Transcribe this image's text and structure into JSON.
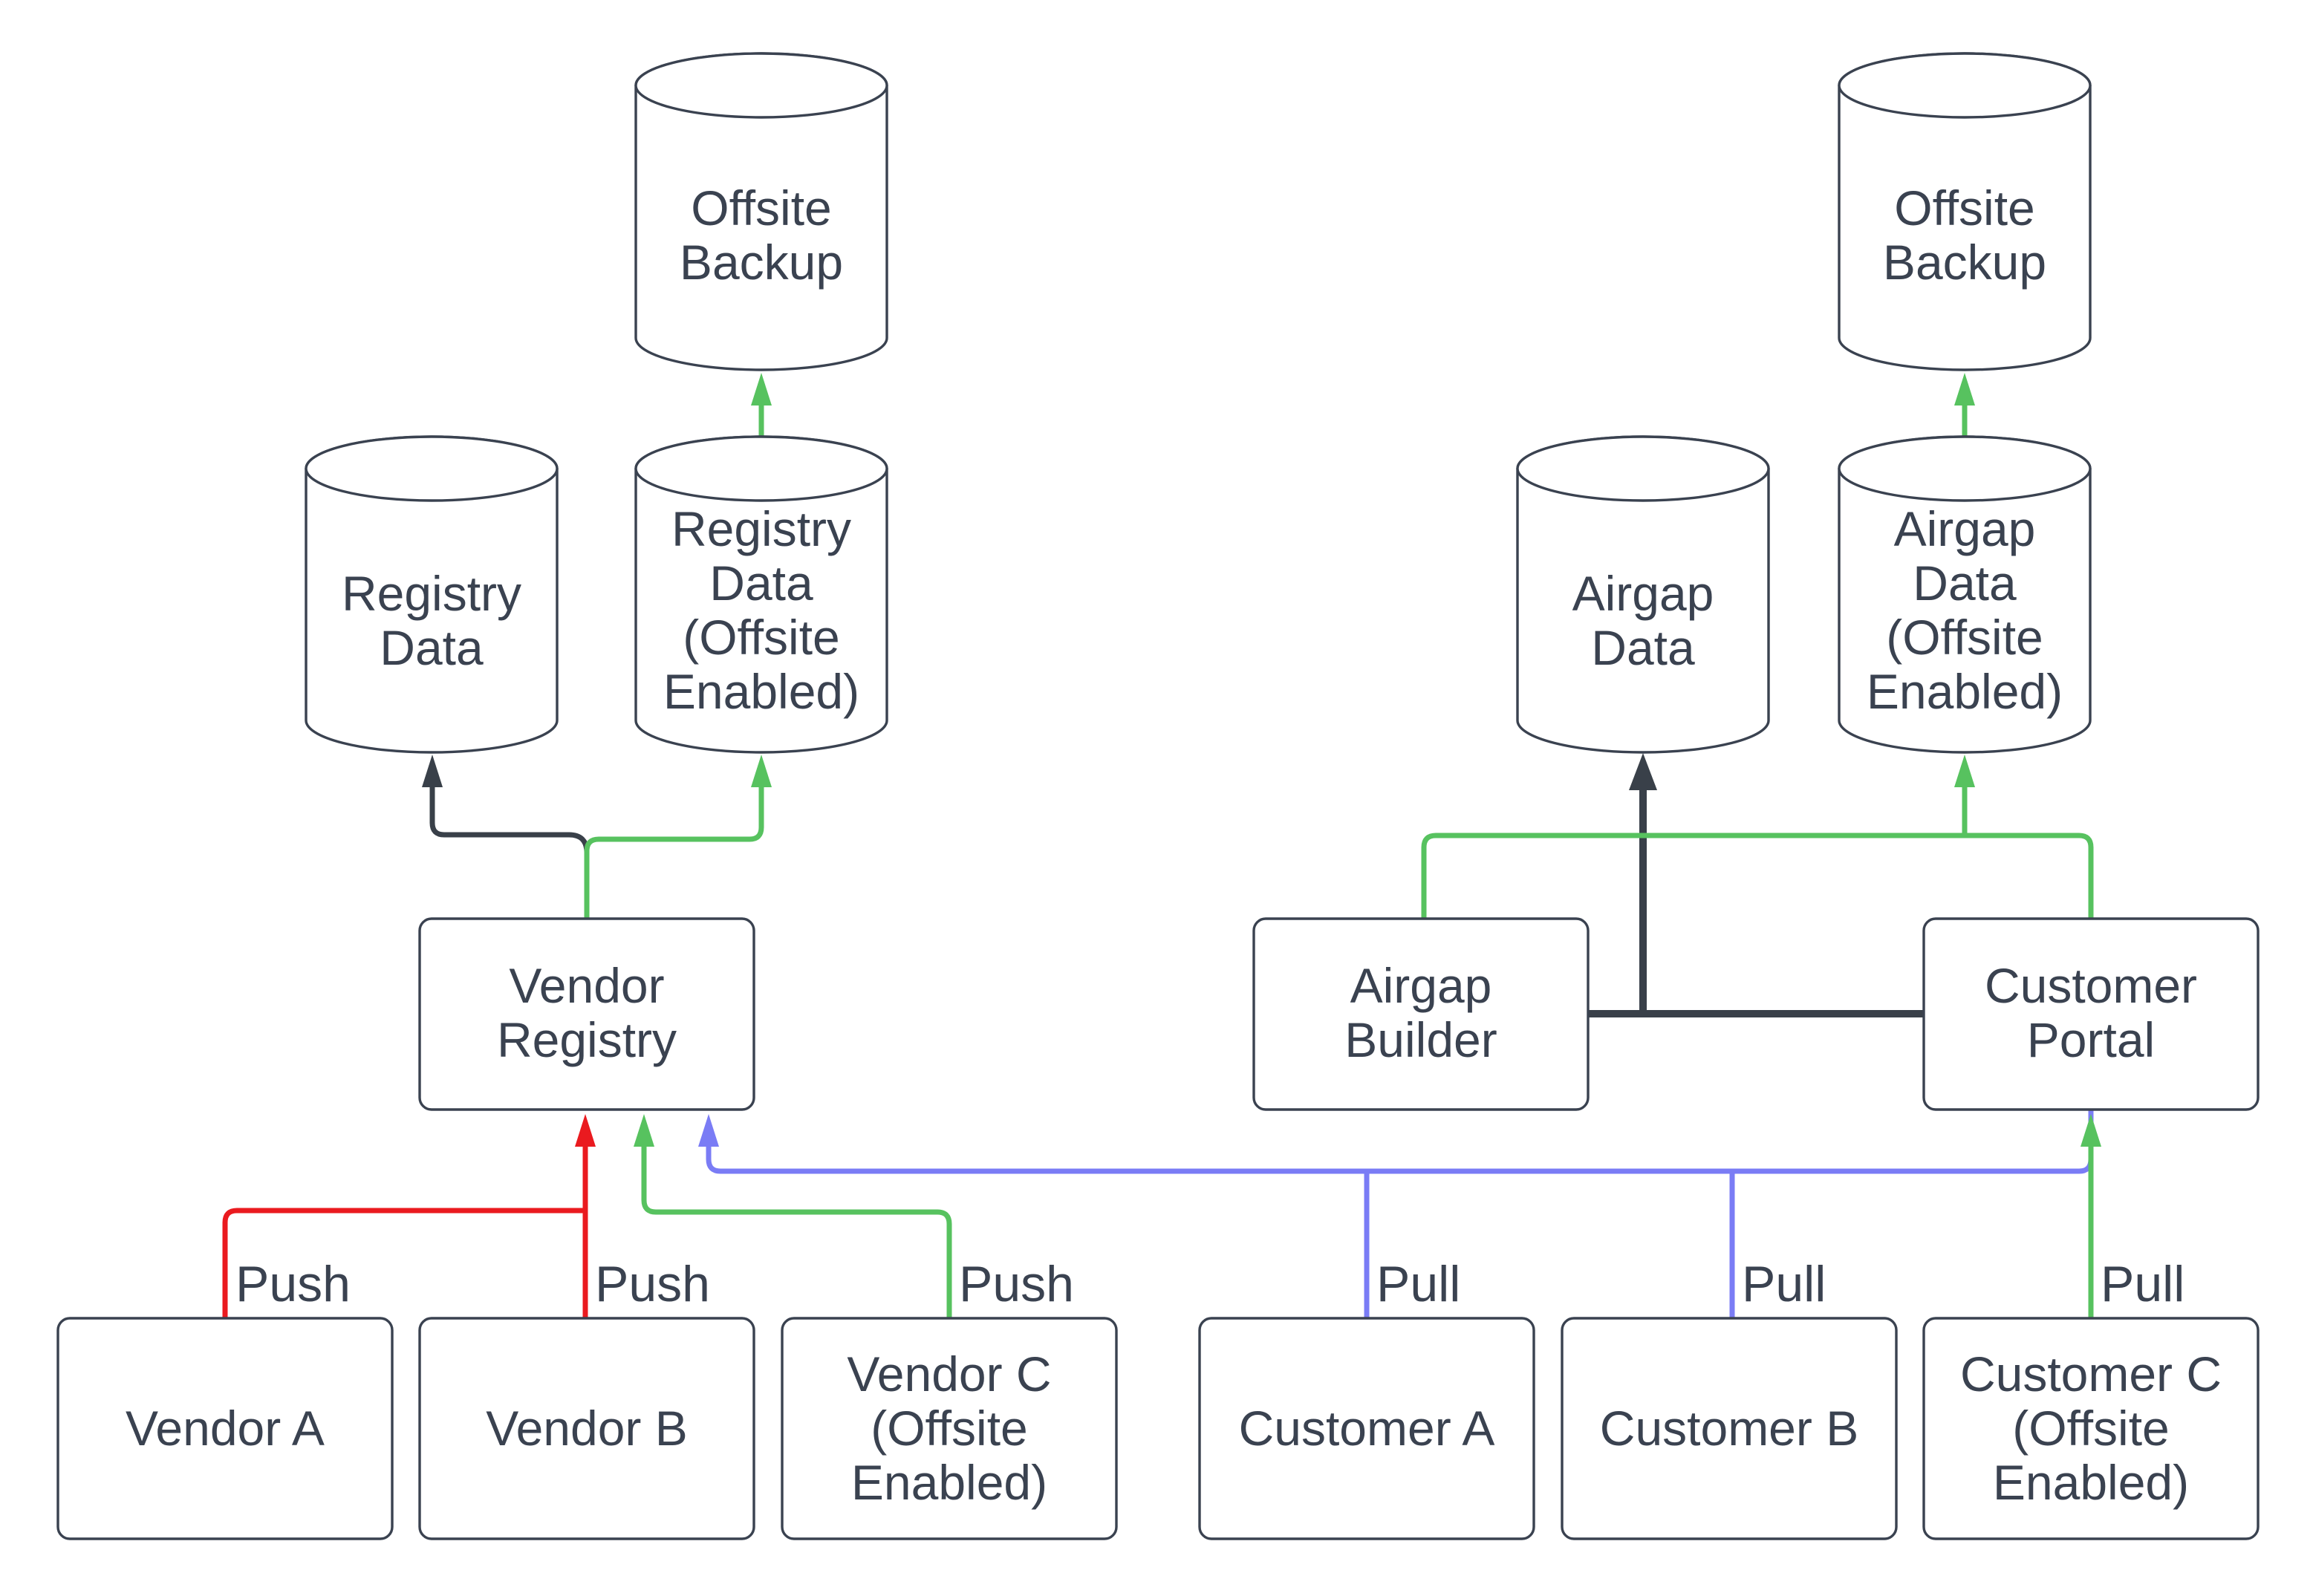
{
  "colors": {
    "outline": "#3a4250",
    "text": "#3a4250",
    "push_red": "#ea1a1f",
    "offsite_green": "#57c25f",
    "pull_blue": "#7a7cf5",
    "dark_edge": "#394049",
    "background": "#ffffff"
  },
  "nodes": {
    "offsite_backup_left": {
      "label": "Offsite Backup",
      "shape": "cylinder",
      "lines": [
        "Offsite",
        "Backup"
      ]
    },
    "registry_data": {
      "label": "Registry Data",
      "shape": "cylinder",
      "lines": [
        "Registry",
        "Data"
      ]
    },
    "registry_data_offsite": {
      "label": "Registry Data (Offsite Enabled)",
      "shape": "cylinder",
      "lines": [
        "Registry",
        "Data",
        "(Offsite",
        "Enabled)"
      ]
    },
    "offsite_backup_right": {
      "label": "Offsite Backup",
      "shape": "cylinder",
      "lines": [
        "Offsite",
        "Backup"
      ]
    },
    "airgap_data": {
      "label": "Airgap Data",
      "shape": "cylinder",
      "lines": [
        "Airgap",
        "Data"
      ]
    },
    "airgap_data_offsite": {
      "label": "Airgap Data (Offsite Enabled)",
      "shape": "cylinder",
      "lines": [
        "Airgap",
        "Data",
        "(Offsite",
        "Enabled)"
      ]
    },
    "vendor_registry": {
      "label": "Vendor Registry",
      "shape": "box",
      "lines": [
        "Vendor",
        "Registry"
      ]
    },
    "airgap_builder": {
      "label": "Airgap Builder",
      "shape": "box",
      "lines": [
        "Airgap",
        "Builder"
      ]
    },
    "customer_portal": {
      "label": "Customer Portal",
      "shape": "box",
      "lines": [
        "Customer",
        "Portal"
      ]
    },
    "vendor_a": {
      "label": "Vendor A",
      "shape": "box",
      "lines": [
        "Vendor A"
      ]
    },
    "vendor_b": {
      "label": "Vendor B",
      "shape": "box",
      "lines": [
        "Vendor B"
      ]
    },
    "vendor_c": {
      "label": "Vendor C (Offsite Enabled)",
      "shape": "box",
      "lines": [
        "Vendor C",
        "(Offsite",
        "Enabled)"
      ]
    },
    "customer_a": {
      "label": "Customer A",
      "shape": "box",
      "lines": [
        "Customer A"
      ]
    },
    "customer_b": {
      "label": "Customer B",
      "shape": "box",
      "lines": [
        "Customer B"
      ]
    },
    "customer_c": {
      "label": "Customer C (Offsite Enabled)",
      "shape": "box",
      "lines": [
        "Customer C",
        "(Offsite",
        "Enabled)"
      ]
    }
  },
  "edge_labels": {
    "push_vendor_a": "Push",
    "push_vendor_b": "Push",
    "push_vendor_c": "Push",
    "pull_customer_a": "Pull",
    "pull_customer_b": "Pull",
    "pull_customer_c": "Pull"
  },
  "edges": [
    {
      "from": "Vendor A",
      "to": "Vendor Registry",
      "label": "Push",
      "color": "push_red"
    },
    {
      "from": "Vendor B",
      "to": "Vendor Registry",
      "label": "Push",
      "color": "push_red"
    },
    {
      "from": "Vendor C (Offsite Enabled)",
      "to": "Vendor Registry",
      "label": "Push",
      "color": "offsite_green"
    },
    {
      "from": "Vendor Registry",
      "to": "Registry Data",
      "label": "",
      "color": "dark_edge"
    },
    {
      "from": "Vendor Registry",
      "to": "Registry Data (Offsite Enabled)",
      "label": "",
      "color": "offsite_green"
    },
    {
      "from": "Registry Data (Offsite Enabled)",
      "to": "Offsite Backup",
      "label": "",
      "color": "offsite_green"
    },
    {
      "from": "Customer A",
      "to": "Customer Portal",
      "label": "Pull",
      "color": "pull_blue"
    },
    {
      "from": "Customer B",
      "to": "Customer Portal",
      "label": "Pull",
      "color": "pull_blue"
    },
    {
      "from": "Customer C (Offsite Enabled)",
      "to": "Customer Portal",
      "label": "Pull",
      "color": "offsite_green"
    },
    {
      "from": "Customer Portal",
      "to": "Vendor Registry",
      "label": "",
      "color": "pull_blue"
    },
    {
      "from": "Airgap Builder",
      "to": "Customer Portal",
      "label": "",
      "color": "dark_edge"
    },
    {
      "from": "Customer Portal",
      "to": "Airgap Data",
      "label": "",
      "color": "dark_edge"
    },
    {
      "from": "Customer Portal",
      "to": "Airgap Builder",
      "label": "",
      "color": "offsite_green"
    },
    {
      "from": "Customer Portal",
      "to": "Airgap Data (Offsite Enabled)",
      "label": "",
      "color": "offsite_green"
    },
    {
      "from": "Airgap Data (Offsite Enabled)",
      "to": "Offsite Backup",
      "label": "",
      "color": "offsite_green"
    }
  ]
}
